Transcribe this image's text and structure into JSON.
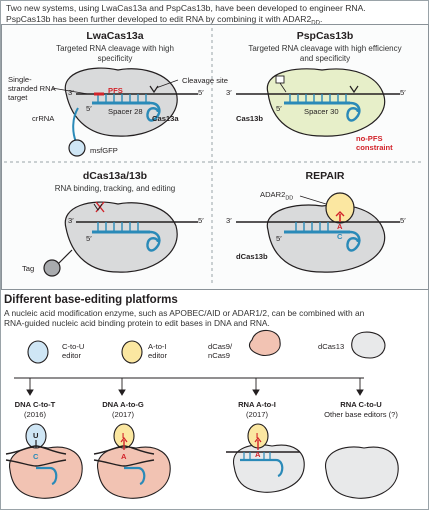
{
  "intro": {
    "line1": "Two new systems, using LwaCas13a and PspCas13b, have been developed to engineer RNA.",
    "line2": "PspCas13b has been further developed to edit RNA by combining it with ADAR2",
    "line2_sub": "DD",
    "line2_end": "."
  },
  "panels": {
    "lwa": {
      "title": "LwaCas13a",
      "subtitle": "Targeted RNA cleavage with high specificity",
      "ss_rna": "Single-stranded RNA target",
      "cleavage": "Cleavage site",
      "pfs": "PFS",
      "spacer": "Spacer 28",
      "crrna": "crRNA",
      "protein": "Cas13a",
      "reporter": "msfGFP",
      "three": "3′",
      "five": "5′"
    },
    "psp": {
      "title": "PspCas13b",
      "subtitle": "Targeted RNA cleavage with high efficiency and specificity",
      "protein": "Cas13b",
      "spacer": "Spacer 30",
      "constraint": "no-PFS constraint",
      "three": "3′",
      "five": "5′"
    },
    "dcas13": {
      "title": "dCas13a/13b",
      "subtitle": "RNA binding, tracking, and editing",
      "tag": "Tag",
      "three": "3′",
      "five": "5′"
    },
    "repair": {
      "title": "REPAIR",
      "adar": "ADAR2",
      "adar_sub": "DD",
      "protein": "dCas13b",
      "base_a": "A",
      "base_c": "C",
      "three": "3′",
      "five": "5′"
    }
  },
  "platforms": {
    "title": "Different base-editing platforms",
    "description": "A nucleic acid modification enzyme, such as APOBEC/AID or ADAR1/2, can be combined with an RNA-guided nucleic acid binding protein to edit bases in DNA and RNA.",
    "components": [
      {
        "label": "C-to-U editor"
      },
      {
        "label": "A-to-I editor"
      },
      {
        "label": "dCas9/ nCas9"
      },
      {
        "label": "dCas13"
      }
    ],
    "outcomes": [
      {
        "title": "DNA C-to-T",
        "year": "(2016)",
        "top": "U",
        "bottom": "C"
      },
      {
        "title": "DNA A-to-G",
        "year": "(2017)",
        "top": "I",
        "bottom": "A"
      },
      {
        "title": "RNA A-to-I",
        "year": "(2017)",
        "top": "I",
        "bottom": "A"
      },
      {
        "title": "RNA C-to-U",
        "year": "Other base editors (?)"
      }
    ]
  },
  "colors": {
    "rna": "#2a8ab8",
    "cas13a": "#d9dadb",
    "cas13b": "#e7efc9",
    "adar": "#fbe7a1",
    "cas9": "#f2c3b3",
    "ctou": "#cfe6f5",
    "accent": "#d2232a"
  }
}
